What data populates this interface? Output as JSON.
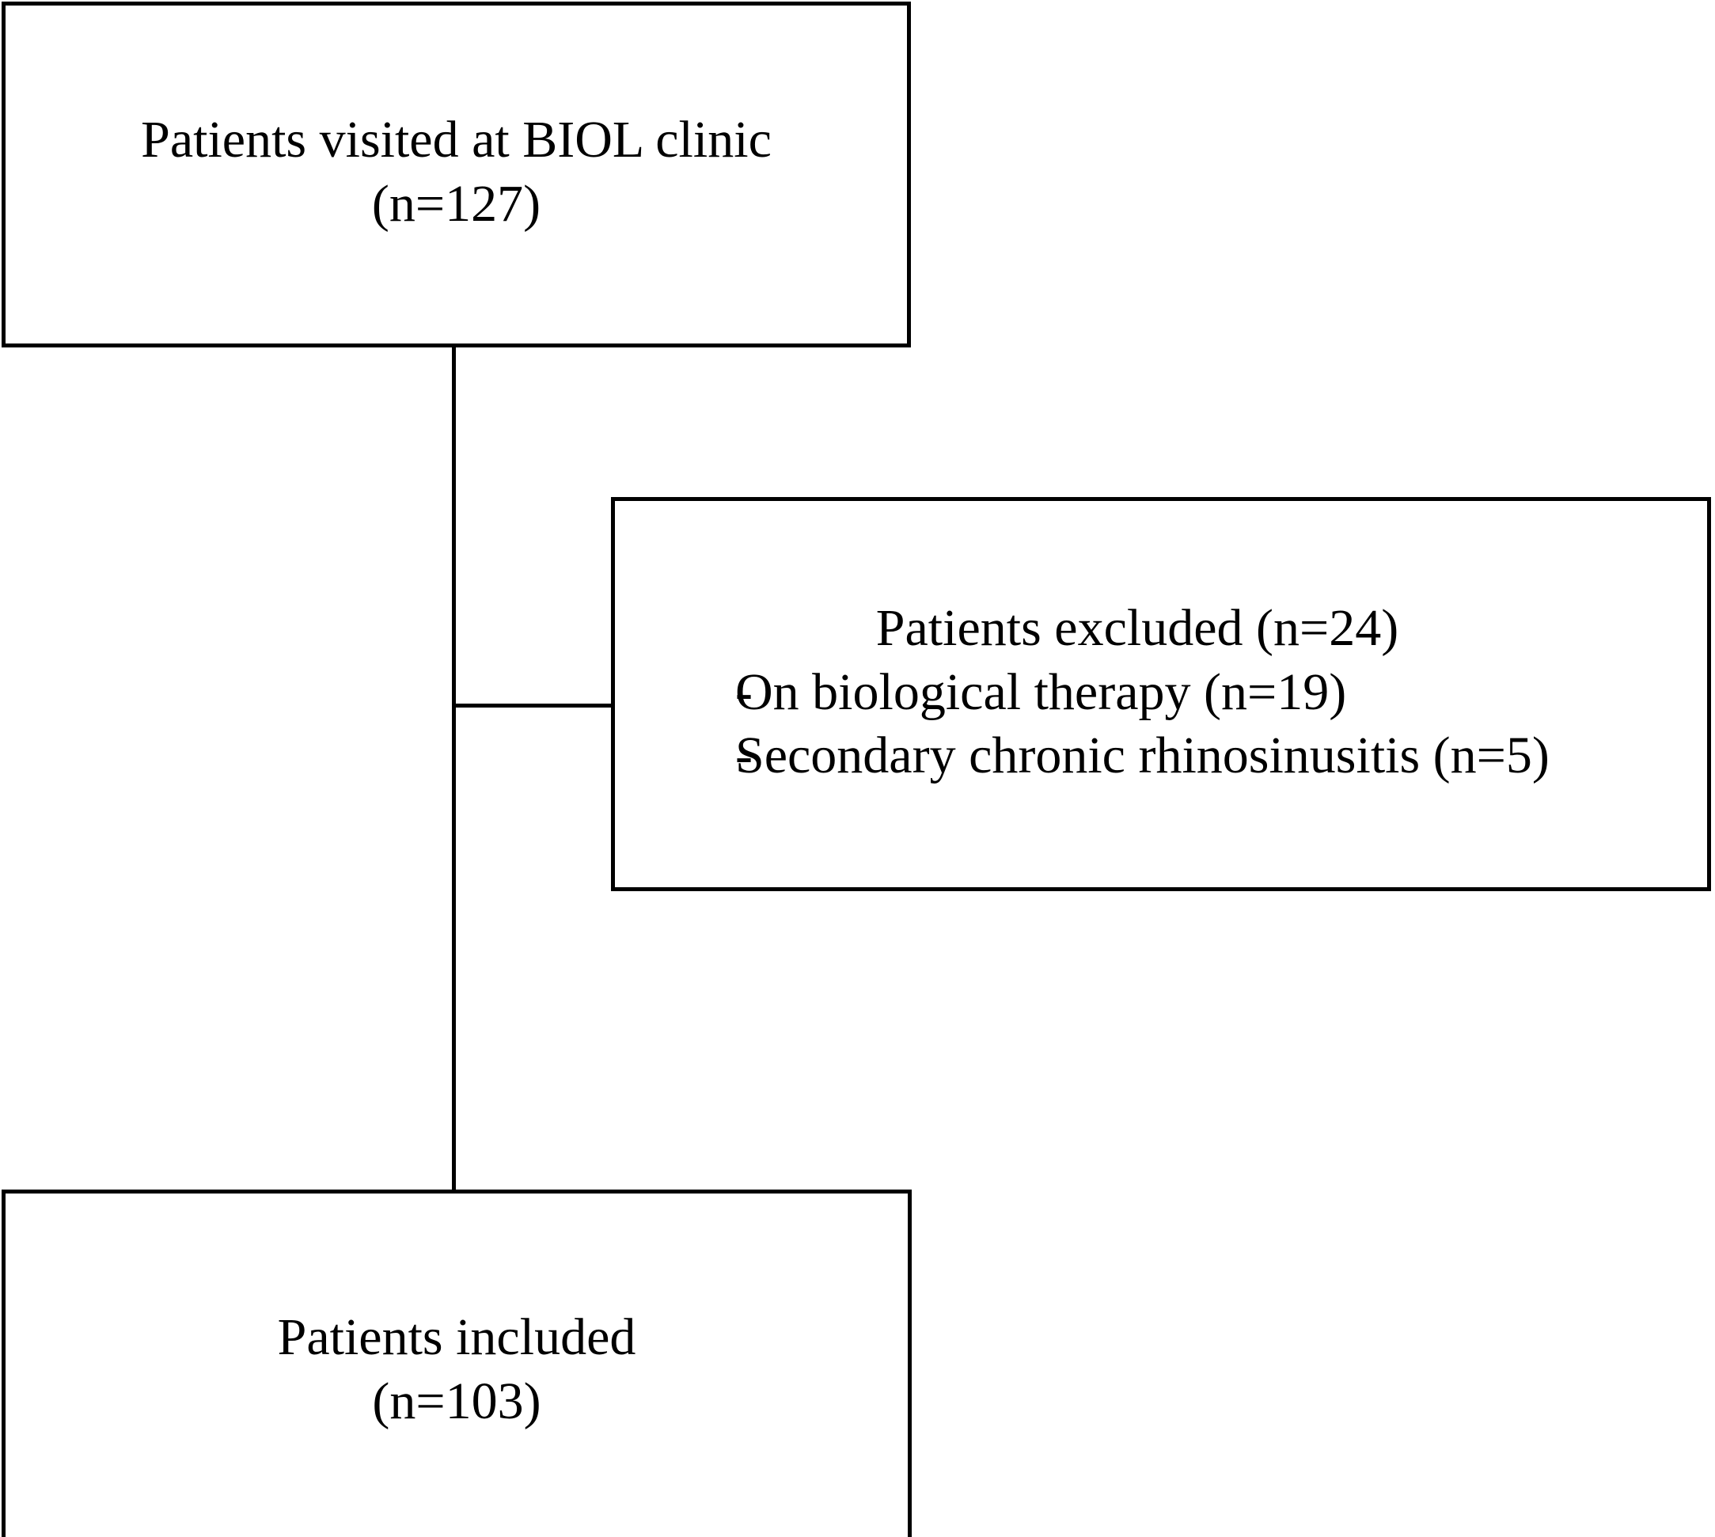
{
  "diagram": {
    "type": "flowchart",
    "title": "Patient selection flow diagram",
    "orientation": "top-to-bottom",
    "stroke_color": "#000000",
    "background_color": "#ffffff",
    "nodes": {
      "visited": {
        "id": "visited",
        "label_line1": "Patients visited at BIOL clinic",
        "label_line2": "(n=127)",
        "text": "Patients visited at BIOL clinic\n(n=127)",
        "count": 127
      },
      "excluded": {
        "id": "excluded",
        "heading": "Patients excluded (n=24)",
        "count": 24,
        "bullet_marker": "-",
        "items": [
          {
            "bullet": "-",
            "label": "On biological therapy (n=19)",
            "count": 19
          },
          {
            "bullet": "-",
            "label": "Secondary chronic rhinosinusitis (n=5)",
            "count": 5
          }
        ]
      },
      "included": {
        "id": "included",
        "label_line1": "Patients included",
        "label_line2": "(n=103)",
        "text": "Patients included\n(n=103)",
        "count": 103
      }
    },
    "edges": [
      {
        "from": "visited",
        "to": "included",
        "style": "vertical-line"
      },
      {
        "from": "visited",
        "to": "excluded",
        "style": "horizontal-branch"
      }
    ]
  }
}
